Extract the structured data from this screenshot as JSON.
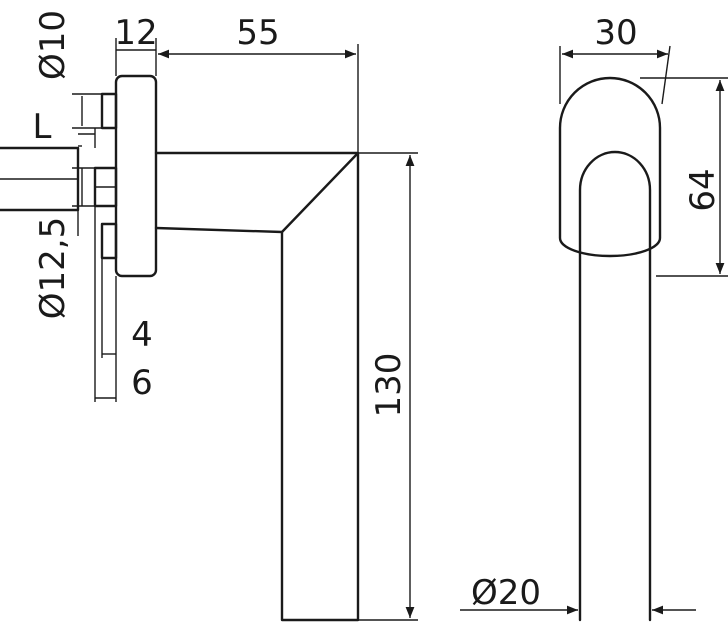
{
  "drawing": {
    "dimensions": {
      "rose_width": "12",
      "arm_length": "55",
      "handle_width": "30",
      "rose_height": "64",
      "handle_height": "130",
      "grip_diameter": "Ø20",
      "pin_diameter": "Ø10",
      "spindle_length": "L",
      "boss_diameter": "Ø12,5",
      "pin_offset_a": "4",
      "pin_offset_b": "6"
    }
  }
}
